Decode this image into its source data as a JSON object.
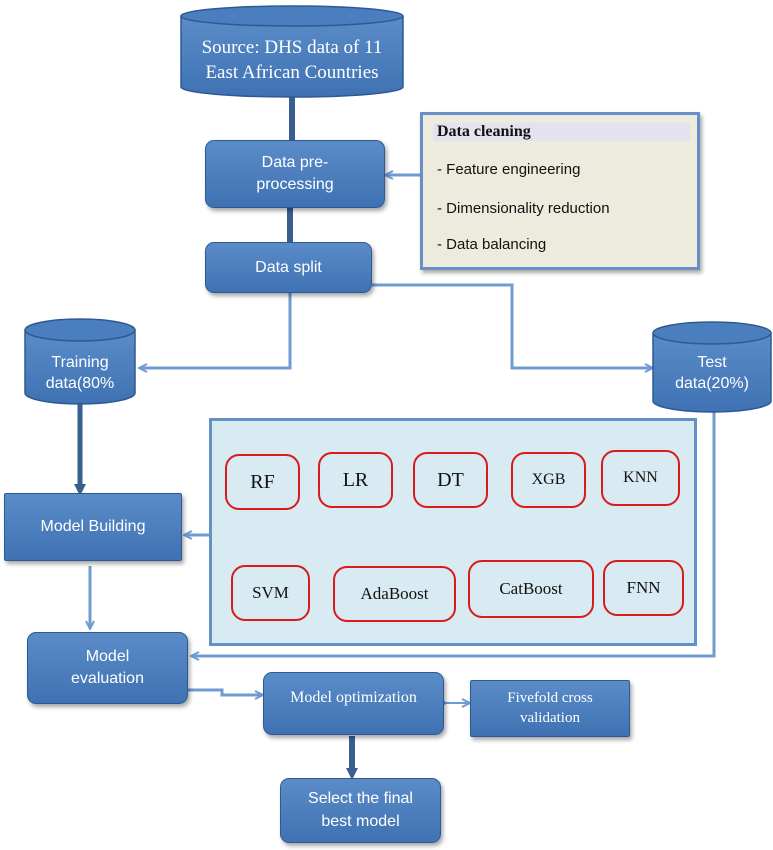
{
  "nodes": {
    "source_line1": "Source: DHS data of 11",
    "source_line2": "East African Countries",
    "preprocess_line1": "Data pre-",
    "preprocess_line2": "processing",
    "split": "Data split",
    "training_line1": "Training",
    "training_line2": "data(80%",
    "test_line1": "Test",
    "test_line2": "data(20%)",
    "model_building": "Model Building",
    "evaluation_line1": "Model",
    "evaluation_line2": "evaluation",
    "optimization": "Model optimization",
    "crossval_line1": "Fivefold cross",
    "crossval_line2": "validation",
    "final_line1": "Select the final",
    "final_line2": "best model"
  },
  "cleaning": {
    "title": "Data cleaning",
    "items": [
      "- Feature engineering",
      "- Dimensionality reduction",
      "- Data balancing"
    ]
  },
  "models": [
    "RF",
    "LR",
    "DT",
    "XGB",
    "KNN",
    "SVM",
    "AdaBoost",
    "CatBoost",
    "FNN"
  ],
  "colors": {
    "box_fill": "#4a7ebf",
    "box_border": "#2e5a94",
    "arrow": "#6f9bd2",
    "thick_arrow": "#3a5f8f",
    "model_border": "#d81b1b",
    "panel_fill": "#d8eaf2",
    "cleaning_fill": "#ecebdd"
  }
}
